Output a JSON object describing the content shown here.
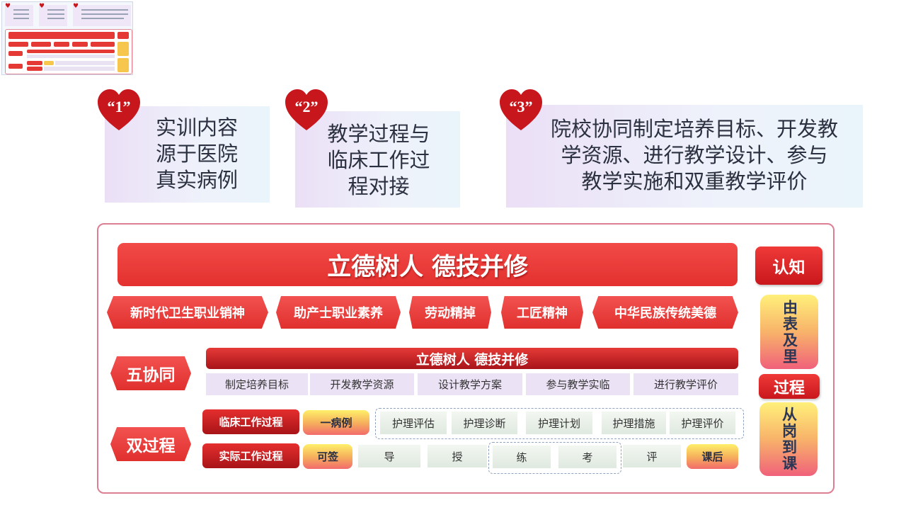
{
  "cards": [
    {
      "num": "“1”",
      "text_lines": [
        "实训内容",
        "源于医院",
        "真实病例"
      ]
    },
    {
      "num": "“2”",
      "text_lines": [
        "教学过程与",
        "临床工作过",
        "程对接"
      ]
    },
    {
      "num": "“3”",
      "text_lines": [
        "院校协同制定培养目标、开发教",
        "学资源、进行教学设计、参与",
        "教学实施和双重教学评价"
      ]
    }
  ],
  "panel": {
    "banner": "立德树人  德技并修",
    "side": {
      "renzhi": "认知",
      "biao_li": "由表及里",
      "guocheng": "过程",
      "gang_ke": "从岗到课"
    },
    "values": [
      "新时代卫生职业销神",
      "助产士职业素养",
      "劳动精掉",
      "工匠精神",
      "中华民族传统美德"
    ],
    "wuxietong": {
      "label": "五协同",
      "banner": "立德树人  德技并修",
      "items": [
        "制定培养目标",
        "开发教学资源",
        "设计教学方案",
        "参与教学实临",
        "进行教学评价"
      ]
    },
    "shuangguocheng": {
      "label": "双过程",
      "row1": {
        "label": "临床工作过程",
        "badge": "一病例",
        "steps": [
          "护理评估",
          "护理诊断",
          "护理计划",
          "护理措施",
          "护理评价"
        ]
      },
      "row2": {
        "label": "实际工作过程",
        "start": "可签",
        "steps": [
          "导",
          "授",
          "练",
          "考",
          "评"
        ],
        "end": "课后"
      }
    }
  },
  "colors": {
    "accent_red": "#e3312f",
    "dark_red": "#a8141a",
    "panel_border": "#dd7f92",
    "card_bg": "#ebdff6"
  }
}
